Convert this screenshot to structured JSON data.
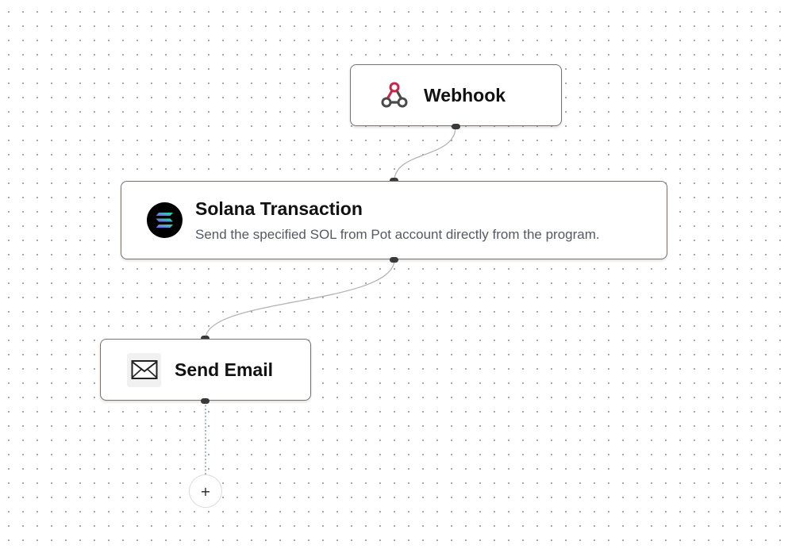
{
  "canvas": {
    "background": "#ffffff",
    "dot_color": "#9a9a9a"
  },
  "nodes": {
    "webhook": {
      "title": "Webhook",
      "icon": "webhook-icon",
      "icon_color": "#c7254e"
    },
    "solana": {
      "title": "Solana Transaction",
      "description": "Send the specified SOL from Pot account directly from the program.",
      "icon": "solana-icon"
    },
    "send_email": {
      "title": "Send Email",
      "icon": "envelope-icon"
    }
  },
  "add_step": {
    "label": "+"
  },
  "colors": {
    "node_border": "#77716d",
    "edge": "#b3b3b3",
    "pending_edge": "#7a8ba0",
    "handle": "#3a3a3a"
  }
}
